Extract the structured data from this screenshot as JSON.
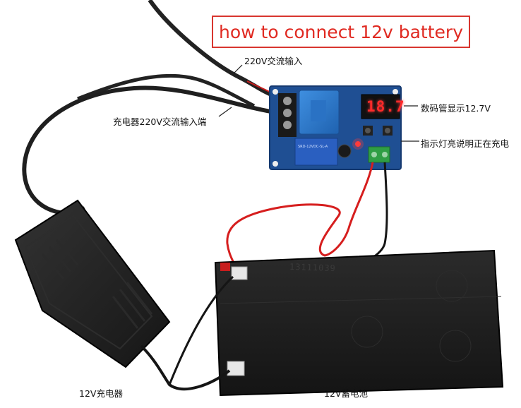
{
  "title": "how to connect 12v battery",
  "labels": {
    "ac_input": "220V交流输入",
    "charger_ac_input": "充电器220V交流输入端",
    "display_reading": "数码管显示12.7V",
    "indicator_charging": "指示灯亮说明正在充电",
    "charger": "12V充电器",
    "battery": "12V蓄电池"
  },
  "display_value": "18.7",
  "battery_code": "13111039",
  "relay_text": "SRD-12VDC-SL-A",
  "colors": {
    "title": "#e02a22",
    "title_border": "#d8362f",
    "pcb": "#1f4f93",
    "relay": "#2a5fc0",
    "transformer": "#2f7fd1",
    "battery": "#1b1b1b",
    "charger": "#1e1e1e",
    "red_wire": "#d61e1e",
    "terminal_green": "#2f9e44"
  }
}
